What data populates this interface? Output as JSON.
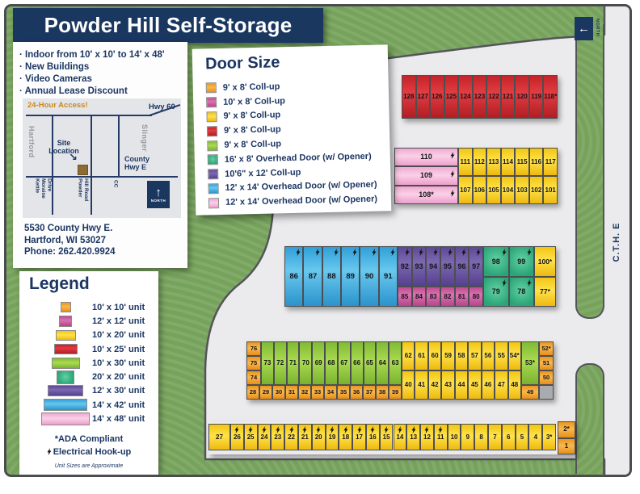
{
  "title": "Powder Hill Self-Storage",
  "features": [
    "Indoor from 10' x 10' to 14' x 48'",
    "New Buildings",
    "Video Cameras",
    "Annual Lease Discount"
  ],
  "inset_map": {
    "access_note": "24-Hour Access!",
    "hwy60": "Hwy 60",
    "county": "County Hwy E",
    "kettle": "Kettle\nMoraine\nDrive",
    "powder": "Powder\nHill Road",
    "cc": "CC",
    "hartford": "Hartford",
    "slinger": "Slinger",
    "site_label": "Site Location",
    "north_label": "NORTH"
  },
  "address": [
    "5530 County Hwy E.",
    "Hartford, WI 53027",
    "Phone: 262.420.9924"
  ],
  "door_size": {
    "title": "Door Size",
    "items": [
      {
        "color": "orange",
        "label": "9' x 8' Coll-up"
      },
      {
        "color": "magenta",
        "label": "10' x 8' Coll-up"
      },
      {
        "color": "yellow",
        "label": "9' x 8' Coll-up"
      },
      {
        "color": "red",
        "label": "9' x 8' Coll-up"
      },
      {
        "color": "green",
        "label": "9' x 8' Coll-up"
      },
      {
        "color": "teal",
        "label": "16' x 8' Overhead Door (w/ Opener)"
      },
      {
        "color": "purple",
        "label": "10'6\" x 12' Coll-up"
      },
      {
        "color": "blue",
        "label": "12' x 14' Overhead Door (w/ Opener)"
      },
      {
        "color": "pink",
        "label": "12' x 14' Overhead Door (w/ Opener)"
      }
    ]
  },
  "legend": {
    "title": "Legend",
    "items": [
      {
        "color": "orange",
        "label": "10' x 10' unit"
      },
      {
        "color": "magenta",
        "label": "12' x 12' unit"
      },
      {
        "color": "yellow",
        "label": "10' x 20' unit"
      },
      {
        "color": "red",
        "label": "10' x 25' unit"
      },
      {
        "color": "green",
        "label": "10' x 30' unit"
      },
      {
        "color": "teal",
        "label": "20' x 20' unit"
      },
      {
        "color": "purple",
        "label": "12' x 30' unit"
      },
      {
        "color": "blue",
        "label": "14' x 42' unit"
      },
      {
        "color": "pink",
        "label": "14' x 48' unit"
      }
    ],
    "footnotes": [
      "*ADA Compliant",
      "Electrical Hook-up"
    ],
    "disclaimer": "Unit Sizes are Approximate"
  },
  "road_label": "C.T.H. E",
  "north_label": "NORTH",
  "colors": {
    "navy": "#1a3760",
    "grass_green": "#7aa65f",
    "pavement": "#ebebed",
    "units": {
      "orange": "#ef9c22",
      "magenta": "#c04a90",
      "yellow": "#f7cd1d",
      "red": "#c42329",
      "green": "#8cc63f",
      "teal": "#2aa578",
      "purple": "#5d4897",
      "blue": "#3aa6dc",
      "pink": "#f2b3d8",
      "gray": "#a9abae"
    }
  },
  "facility": {
    "blocks": [
      {
        "id": "red-row",
        "color": "red",
        "units": [
          "128",
          "127",
          "126",
          "125",
          "124",
          "123",
          "122",
          "121",
          "120",
          "119",
          "118*"
        ]
      },
      {
        "id": "pink-col",
        "color": "pink",
        "bolt": true,
        "boltPos": "r",
        "units": [
          "110",
          "109",
          "108*"
        ]
      },
      {
        "id": "yellow-up-1",
        "color": "yellow",
        "units": [
          "111",
          "112",
          "113",
          "114",
          "115",
          "116",
          "117"
        ]
      },
      {
        "id": "yellow-up-2",
        "color": "yellow",
        "units": [
          "107",
          "106",
          "105",
          "104",
          "103",
          "102",
          "101"
        ]
      },
      {
        "id": "blue-row",
        "color": "blue",
        "bolt": true,
        "units": [
          "86",
          "87",
          "88",
          "89",
          "90",
          "91"
        ]
      },
      {
        "id": "purple-row",
        "color": "purple",
        "bolt": true,
        "units": [
          "92",
          "93",
          "94",
          "95",
          "96",
          "97"
        ]
      },
      {
        "id": "magenta-row",
        "color": "magenta",
        "units": [
          "85",
          "84",
          "83",
          "82",
          "81",
          "80"
        ]
      },
      {
        "id": "teal-r1",
        "color": "teal",
        "bolt": true,
        "units": [
          "98",
          "99"
        ]
      },
      {
        "id": "teal-r2",
        "color": "teal",
        "bolt": true,
        "units": [
          "79",
          "78"
        ]
      },
      {
        "id": "yellow-mid",
        "color": "yellow",
        "units": [
          "100*",
          "77*"
        ]
      },
      {
        "id": "orange-col",
        "color": "orange",
        "units": [
          "76",
          "75",
          "74"
        ]
      },
      {
        "id": "green-row",
        "color": "green",
        "units": [
          "73",
          "72",
          "71",
          "70",
          "69",
          "68",
          "67",
          "66",
          "65",
          "64",
          "63"
        ]
      },
      {
        "id": "orange-row",
        "color": "orange",
        "units": [
          "28",
          "29",
          "30",
          "31",
          "32",
          "33",
          "34",
          "35",
          "36",
          "37",
          "38",
          "39"
        ]
      },
      {
        "id": "yellow-low-1",
        "color": "yellow",
        "units": [
          "62",
          "61",
          "60",
          "59",
          "58",
          "57",
          "56",
          "55",
          "54*"
        ]
      },
      {
        "id": "yellow-low-2",
        "color": "yellow",
        "units": [
          "40",
          "41",
          "42",
          "43",
          "44",
          "45",
          "46",
          "47",
          "48"
        ]
      },
      {
        "id": "green-53",
        "color": "green",
        "units": [
          "53*"
        ]
      },
      {
        "id": "orange-49",
        "color": "orange",
        "units": [
          "49"
        ]
      },
      {
        "id": "right-col",
        "color": "orange",
        "units": [
          "52*",
          "51",
          "50",
          {
            "n": "",
            "c": "gray"
          }
        ]
      },
      {
        "id": "bottom-row",
        "color": "yellow",
        "boltPos": "tc",
        "units": [
          "27",
          {
            "n": "26",
            "bolt": 1
          },
          {
            "n": "25",
            "bolt": 1
          },
          {
            "n": "24",
            "bolt": 1
          },
          {
            "n": "23",
            "bolt": 1
          },
          {
            "n": "22",
            "bolt": 1
          },
          {
            "n": "21",
            "bolt": 1
          },
          {
            "n": "20",
            "bolt": 1
          },
          {
            "n": "19",
            "bolt": 1
          },
          {
            "n": "18",
            "bolt": 1
          },
          {
            "n": "17",
            "bolt": 1
          },
          {
            "n": "16",
            "bolt": 1
          },
          {
            "n": "15",
            "bolt": 1
          },
          {
            "n": "14",
            "bolt": 1
          },
          {
            "n": "13",
            "bolt": 1
          },
          {
            "n": "12",
            "bolt": 1
          },
          {
            "n": "11",
            "bolt": 1
          },
          "10",
          "9",
          "8",
          "7",
          "6",
          "5",
          "4",
          "3*"
        ]
      },
      {
        "id": "bottom-col",
        "color": "orange",
        "units": [
          "2*",
          "1"
        ]
      }
    ]
  }
}
